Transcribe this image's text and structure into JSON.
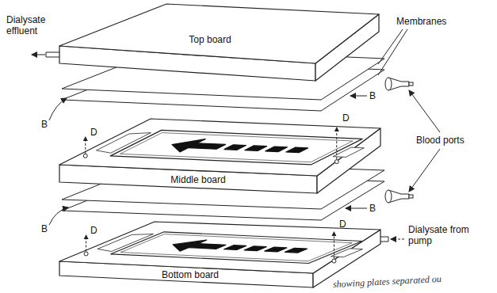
{
  "diagram": {
    "caption": "showing plates separated ou",
    "nodes": [
      {
        "text": [
          "Top board"
        ]
      },
      {
        "text": [
          "Middle board"
        ]
      },
      {
        "text": [
          "Bottom board"
        ]
      }
    ],
    "labels": [
      "Dialysate effluent",
      "Membranes",
      "B",
      "D",
      "B",
      "D",
      "Blood ports",
      "B",
      "D",
      "Dialysate from pump",
      "B",
      "D"
    ]
  }
}
